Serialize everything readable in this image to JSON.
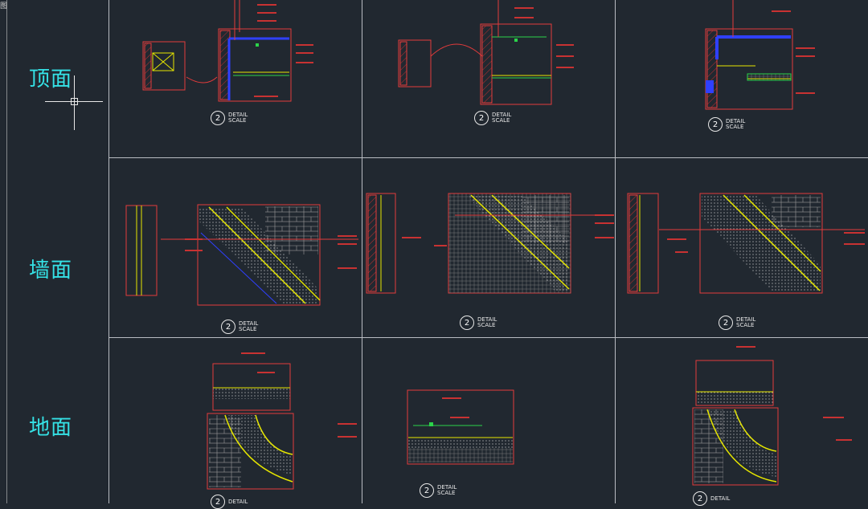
{
  "corner_char": "图",
  "row_labels": [
    "顶面",
    "墙面",
    "地面"
  ],
  "detail": {
    "number": "2",
    "word": "DETAIL",
    "scale": "SCALE"
  }
}
